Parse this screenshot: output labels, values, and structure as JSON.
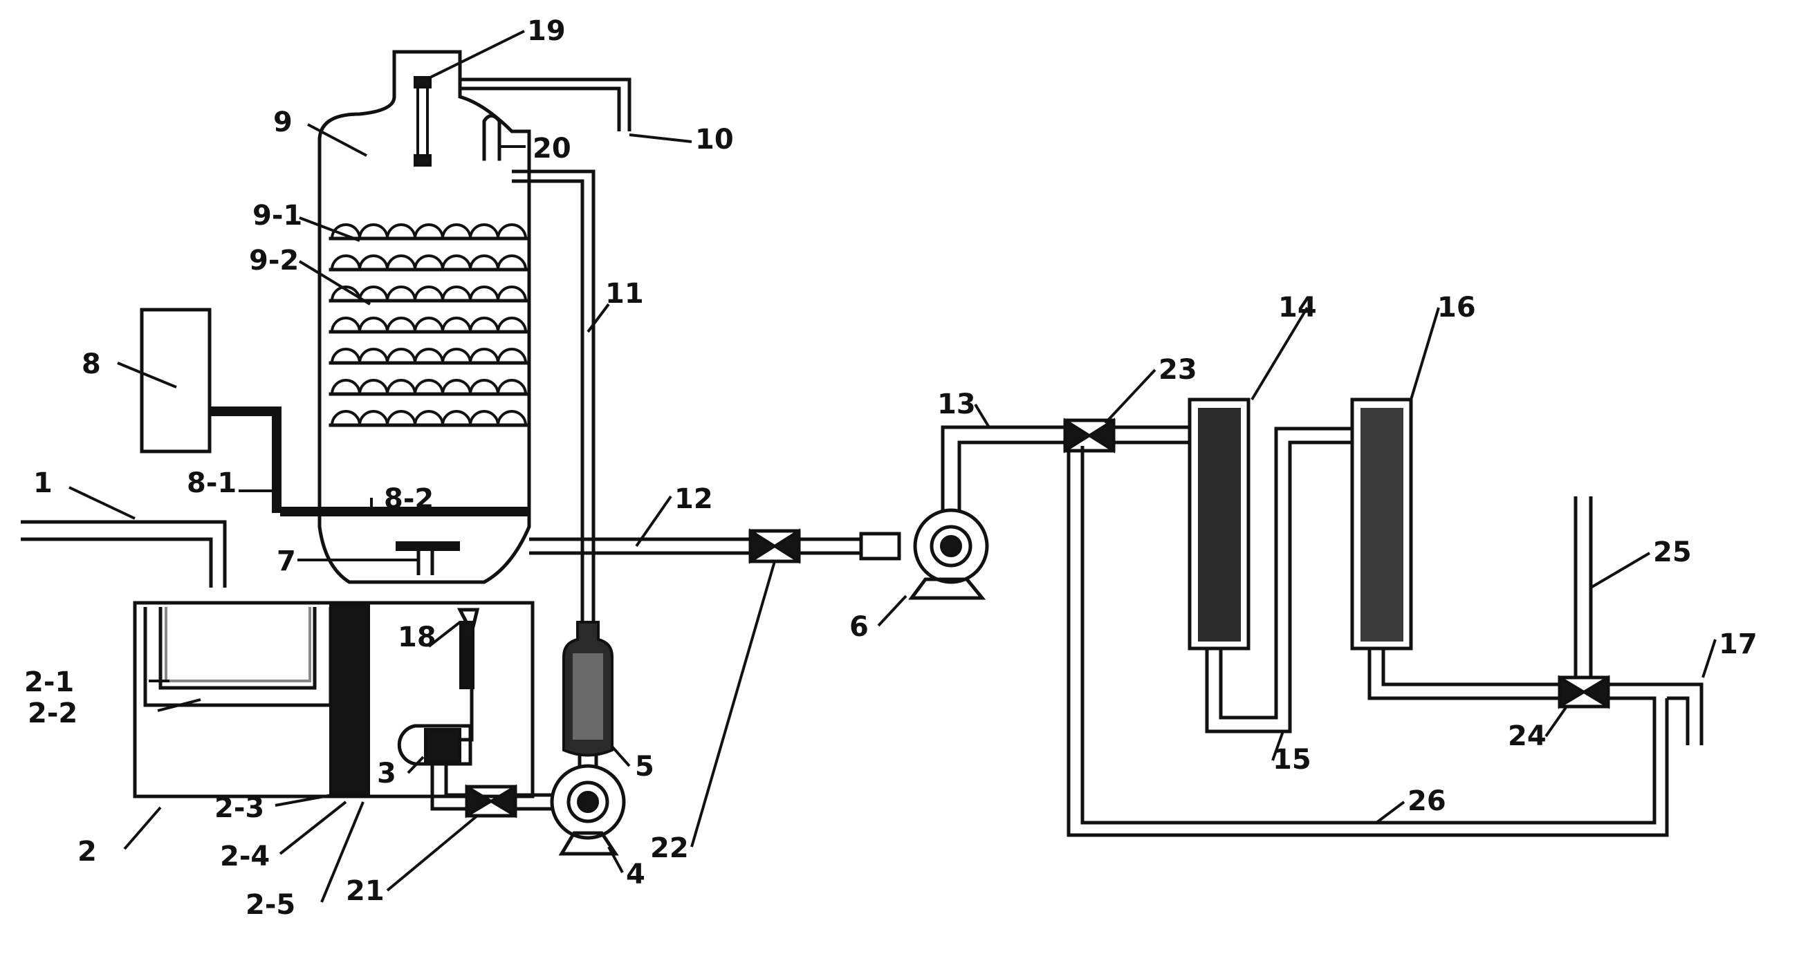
{
  "labels": {
    "l1": "1",
    "l2": "2",
    "l2_1": "2-1",
    "l2_2": "2-2",
    "l2_3": "2-3",
    "l2_4": "2-4",
    "l2_5": "2-5",
    "l3": "3",
    "l4": "4",
    "l5": "5",
    "l6": "6",
    "l7": "7",
    "l8": "8",
    "l8_1": "8-1",
    "l8_2": "8-2",
    "l9": "9",
    "l9_1": "9-1",
    "l9_2": "9-2",
    "l10": "10",
    "l11": "11",
    "l12": "12",
    "l13": "13",
    "l14": "14",
    "l15": "15",
    "l16": "16",
    "l17": "17",
    "l18": "18",
    "l19": "19",
    "l20": "20",
    "l21": "21",
    "l22": "22",
    "l23": "23",
    "l24": "24",
    "l25": "25",
    "l26": "26"
  },
  "style": {
    "line_color": "#111111",
    "background": "#ffffff"
  }
}
